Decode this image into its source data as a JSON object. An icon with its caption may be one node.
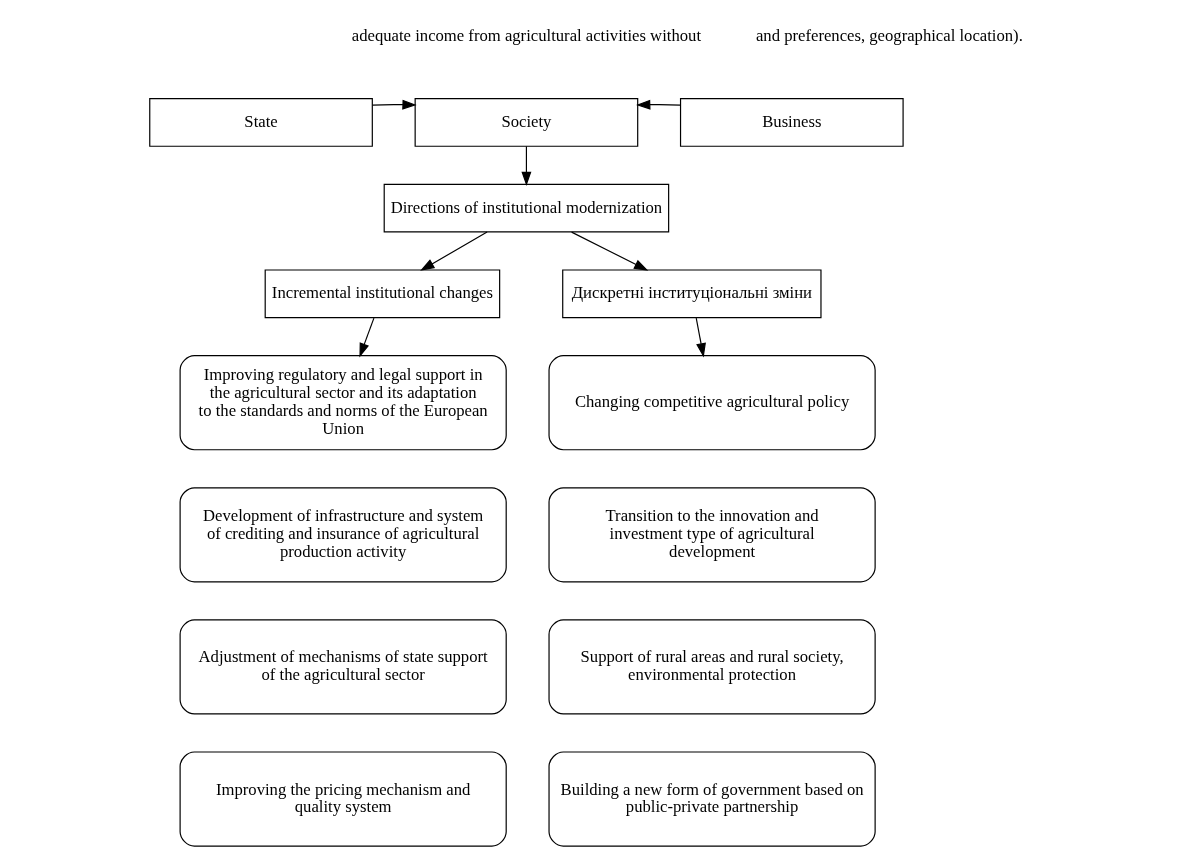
{
  "diagram": {
    "nodes": [
      {
        "text": [
          "State"
        ]
      },
      {
        "text": [
          "Society"
        ]
      },
      {
        "text": [
          "Business"
        ]
      },
      {
        "text": [
          "Directions of institutional modernization"
        ]
      },
      {
        "text": [
          "Incremental institutional changes"
        ]
      },
      {
        "text": [
          "Дискретні інституціональні зміни"
        ]
      },
      {
        "text": [
          "Improving regulatory and legal support in the agricultural sector and its adaptation to the standards and norms of the European Union"
        ]
      },
      {
        "text": [
          "Development of infrastructure and system of crediting and insurance of agricultural production activity"
        ]
      },
      {
        "text": [
          "Adjustment of mechanisms of state support of the agricultural sector"
        ]
      },
      {
        "text": [
          "Improving the pricing mechanism and quality system"
        ]
      },
      {
        "text": [
          "Changing competitive agricultural policy"
        ]
      },
      {
        "text": [
          "Transition to the innovation and investment type of agricultural development"
        ]
      },
      {
        "text": [
          "Support of rural areas and rural society, environmental protection"
        ]
      },
      {
        "text": [
          "Building a new form of government based on public-private partnership"
        ]
      }
    ],
    "edges": [
      {
        "from": 0,
        "to": 1,
        "arrow": "to"
      },
      {
        "from": 2,
        "to": 1,
        "arrow": "to"
      },
      {
        "from": 1,
        "to": 3,
        "arrow": "to"
      },
      {
        "from": 3,
        "to": 4,
        "arrow": "to"
      },
      {
        "from": 3,
        "to": 5,
        "arrow": "to"
      },
      {
        "from": 4,
        "to": 6,
        "arrow": "to"
      },
      {
        "from": 5,
        "to": 10,
        "arrow": "to"
      }
    ],
    "labels": [
      "adequate income from agricultural activities without",
      "and preferences, geographical location)."
    ]
  }
}
